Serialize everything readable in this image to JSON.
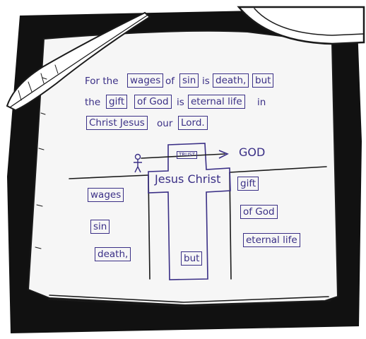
{
  "verse": {
    "line1": {
      "t1": "For the",
      "b1": "wages",
      "t2": "of",
      "b2": "sin",
      "t3": "is",
      "b3": "death,",
      "b4": "but"
    },
    "line2": {
      "t1": "the",
      "b1": "gift",
      "b2": "of God",
      "t2": "is",
      "b3": "eternal life",
      "t3": "in"
    },
    "line3": {
      "b1": "Christ Jesus",
      "t1": "our",
      "b2": "Lord."
    }
  },
  "bridge": {
    "trust": "TRUST",
    "god": "GOD",
    "center": "Jesus Christ",
    "but": "but"
  },
  "left_column": [
    "wages",
    "sin",
    "death,"
  ],
  "right_column": [
    "gift",
    "of God",
    "eternal life"
  ],
  "colors": {
    "ink": "#3a2f86",
    "frame": "#111111",
    "paper": "#f6f6f6"
  }
}
